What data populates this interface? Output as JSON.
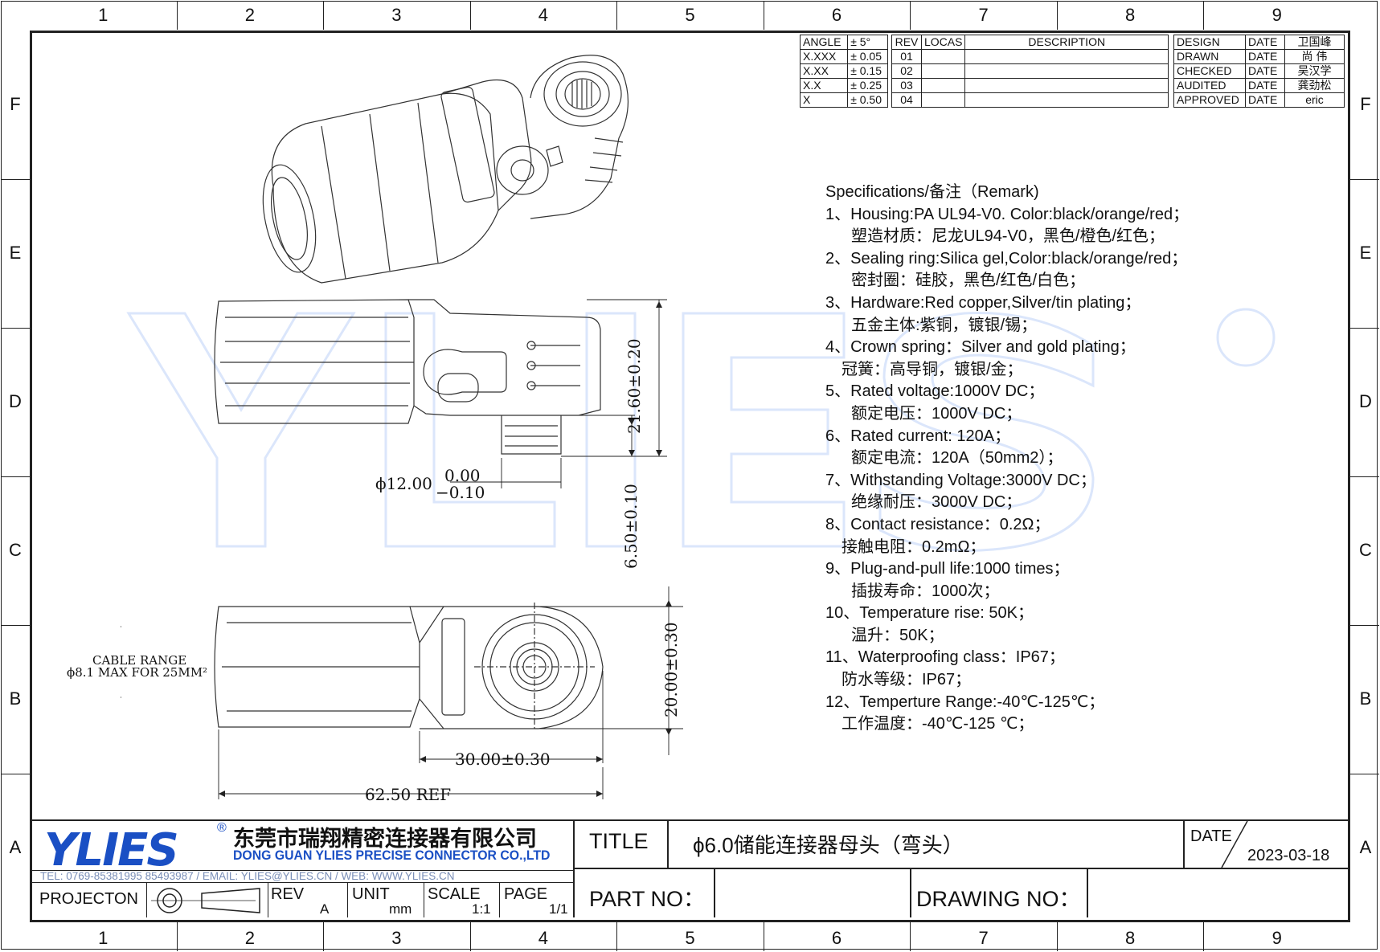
{
  "zones": {
    "columns": [
      "1",
      "2",
      "3",
      "4",
      "5",
      "6",
      "7",
      "8",
      "9"
    ],
    "rows": [
      "F",
      "E",
      "D",
      "C",
      "B",
      "A"
    ]
  },
  "watermark": "YLIES®",
  "tolerance_table": [
    {
      "label": "ANGLE",
      "value": "±   5°"
    },
    {
      "label": "X.XXX",
      "value": "± 0.05"
    },
    {
      "label": "X.XX",
      "value": "± 0.15"
    },
    {
      "label": "X.X",
      "value": "± 0.25"
    },
    {
      "label": "X",
      "value": "± 0.50"
    }
  ],
  "revision_table": {
    "headers": {
      "rev": "REV",
      "locas": "LOCAS",
      "description": "DESCRIPTION"
    },
    "revs": [
      "01",
      "02",
      "03",
      "04"
    ]
  },
  "approval_table": [
    {
      "role": "DESIGN",
      "date": "DATE",
      "name": "卫国峰"
    },
    {
      "role": "DRAWN",
      "date": "DATE",
      "name": "尚 伟"
    },
    {
      "role": "CHECKED",
      "date": "DATE",
      "name": "吴汉学"
    },
    {
      "role": "AUDITED",
      "date": "DATE",
      "name": "龚劲松"
    },
    {
      "role": "APPROVED",
      "date": "DATE",
      "name": "eric"
    }
  ],
  "specs": {
    "heading": "Specifications/备注（Remark)",
    "lines": [
      {
        "text": "1、Housing:PA UL94-V0. Color:black/orange/red；",
        "indent": 0
      },
      {
        "text": "塑造材质：尼龙UL94-V0，黑色/橙色/红色；",
        "indent": 1
      },
      {
        "text": "2、Sealing ring:Silica gel,Color:black/orange/red；",
        "indent": 0
      },
      {
        "text": "密封圈：硅胶，黑色/红色/白色；",
        "indent": 1
      },
      {
        "text": "3、Hardware:Red copper,Silver/tin plating；",
        "indent": 0
      },
      {
        "text": "五金主体:紫铜，镀银/锡；",
        "indent": 1
      },
      {
        "text": "4、Crown spring：Silver and gold plating；",
        "indent": 0
      },
      {
        "text": "冠簧：高导铜，镀银/金；",
        "indent": 2
      },
      {
        "text": "5、Rated voltage:1000V DC；",
        "indent": 0
      },
      {
        "text": "额定电压：1000V DC；",
        "indent": 1
      },
      {
        "text": "6、Rated current: 120A；",
        "indent": 0
      },
      {
        "text": "额定电流：120A（50mm2）；",
        "indent": 1
      },
      {
        "text": "7、Withstanding Voltage:3000V DC；",
        "indent": 0
      },
      {
        "text": "绝缘耐压：3000V DC；",
        "indent": 1
      },
      {
        "text": "8、Contact resistance：0.2Ω；",
        "indent": 0
      },
      {
        "text": "接触电阻：0.2mΩ；",
        "indent": 2
      },
      {
        "text": "9、Plug-and-pull life:1000  times；",
        "indent": 0
      },
      {
        "text": "插拔寿命：1000次；",
        "indent": 1
      },
      {
        "text": "10、Temperature rise: 50K；",
        "indent": 0
      },
      {
        "text": "温升：50K；",
        "indent": 1
      },
      {
        "text": "11、Waterproofing class：IP67；",
        "indent": 0
      },
      {
        "text": "防水等级：IP67；",
        "indent": 2
      },
      {
        "text": "12、Temperture Range:-40℃-125℃；",
        "indent": 0
      },
      {
        "text": "工作温度：-40℃-125 ℃；",
        "indent": 2
      }
    ]
  },
  "dimensions": {
    "height_side": "21.60±0.20",
    "pin_length": "6.50±0.10",
    "diameter_main": "ϕ12.00",
    "diameter_tol_upper": "0.00",
    "diameter_tol_lower": "−0.10",
    "height_top": "20.00±0.30",
    "width_head": "30.00±0.30",
    "overall_length": "62.50 REF",
    "cable_range_label": "CABLE RANGE",
    "cable_range_value": "ϕ8.1 MAX FOR 25MM²"
  },
  "title_block": {
    "logo": "YLIES",
    "registered": "®",
    "company_cn": "东莞市瑞翔精密连接器有限公司",
    "company_en": "DONG GUAN YLIES PRECISE CONNECTOR CO.,LTD",
    "contact": "TEL:  0769-85381995 85493987  /  EMAIL:  YLIES@YLIES.CN  /  WEB:  WWW.YLIES.CN",
    "title_label": "TITLE",
    "title_value": "ϕ6.0储能连接器母头（弯头）",
    "date_label": "DATE",
    "date_value": "2023-03-18",
    "projection_label": "PROJECTON",
    "rev_label": "REV",
    "rev_value": "A",
    "unit_label": "UNIT",
    "unit_value": "mm",
    "scale_label": "SCALE",
    "scale_value": "1:1",
    "page_label": "PAGE",
    "page_value": "1/1",
    "part_no_label": "PART NO：",
    "drawing_no_label": "DRAWING NO："
  },
  "colors": {
    "line": "#222222",
    "logo_blue": "#1a4fc4",
    "watermark": "#dbe6fb",
    "contact_text": "#7a8fb8"
  }
}
